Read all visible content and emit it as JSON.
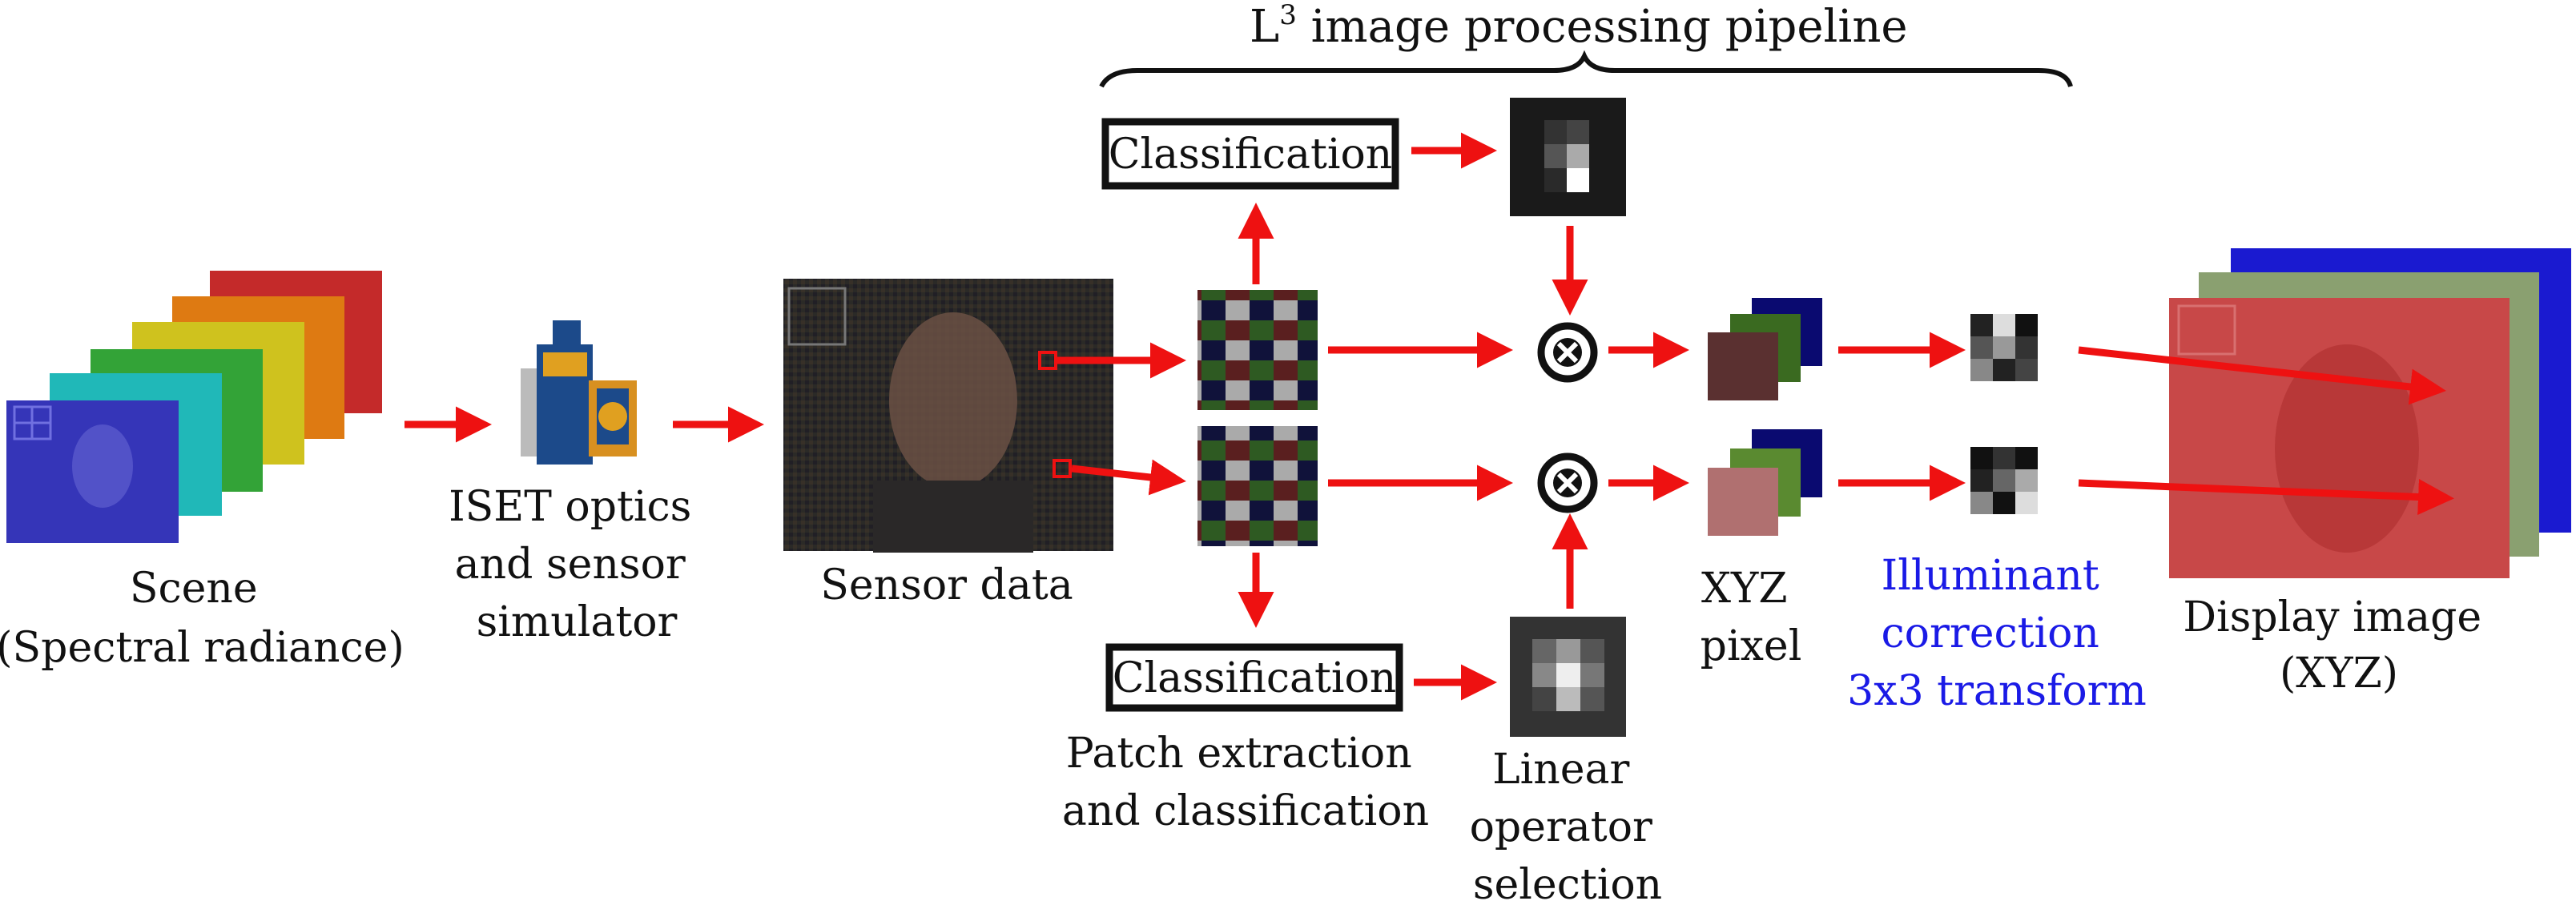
{
  "title": {
    "main": "L",
    "sup": "3",
    "rest": " image processing pipeline"
  },
  "scene": {
    "line1": "Scene",
    "line2": "(Spectral radiance)"
  },
  "iset": {
    "line1": "ISET optics",
    "line2": "and sensor",
    "line3": "simulator"
  },
  "sensor": {
    "label": "Sensor data"
  },
  "classification_top": {
    "label": "Classification"
  },
  "classification_bottom": {
    "label": "Classification"
  },
  "patch": {
    "line1": "Patch extraction",
    "line2": "and classification"
  },
  "linear": {
    "line1": "Linear",
    "line2": "operator",
    "line3": "selection"
  },
  "xyz": {
    "line1": "XYZ",
    "line2": "pixel"
  },
  "illuminant": {
    "line1": "Illuminant",
    "line2": "correction",
    "line3": "3x3 transform"
  },
  "display": {
    "line1": "Display image",
    "line2": "(XYZ)"
  },
  "colors": {
    "arrow": "#ee1111",
    "illuminant_text": "#1a1ae6",
    "scene_layers": [
      "#cc2222",
      "#e07a10",
      "#d8c020",
      "#3aa83a",
      "#22bbbb",
      "#3333bb"
    ],
    "display_layers": [
      "#1a1ad0",
      "#8aa070",
      "#c84848"
    ],
    "xyz_pixel_top": [
      "#0a0a70",
      "#3a6a20",
      "#5a3030"
    ],
    "xyz_pixel_bottom": [
      "#0a0a70",
      "#5a8a30",
      "#b07070"
    ]
  },
  "icons": {
    "camera": "camera-icon",
    "multiply": "multiply-icon",
    "bayer_patch": "bayer-patch-icon",
    "operator_kernel": "operator-kernel-icon"
  }
}
